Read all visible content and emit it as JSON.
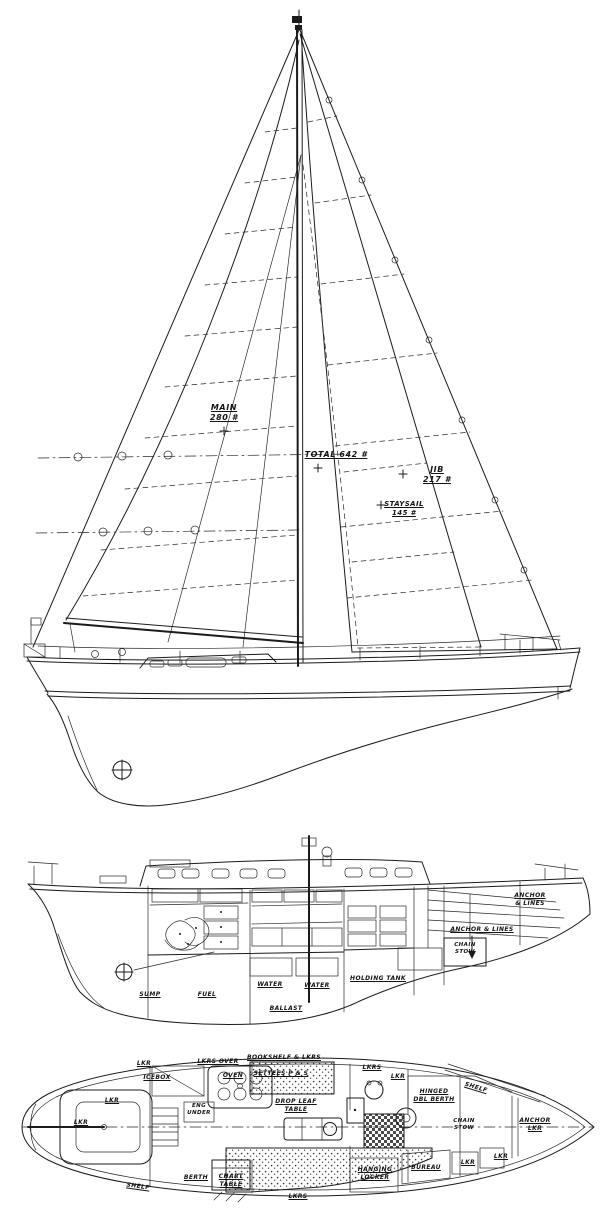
{
  "sail_plan": {
    "main": {
      "name": "Main",
      "area": "280 #"
    },
    "total": "Total 642 #",
    "jib": {
      "name": "Jib",
      "area": "217 #"
    },
    "staysail": {
      "name": "Staysail",
      "area": "145 #"
    }
  },
  "profile": {
    "anchor_lines_bow": {
      "line1": "Anchor",
      "line2": "& Lines"
    },
    "anchor_lines": "Anchor & Lines",
    "chain_stow": {
      "line1": "Chain",
      "line2": "Stow"
    },
    "holding_tank": "Holding Tank",
    "water_aft": "Water",
    "water_fwd": "Water",
    "ballast": "Ballast",
    "fuel": "Fuel",
    "sump": "Sump"
  },
  "deck_plan": {
    "cockpit_lkr_aft": "Lkr",
    "cockpit_lkr_side": "Lkr",
    "shelf_aft": "Shelf",
    "galley_lkr": "Lkr",
    "icebox": "Icebox",
    "lkrs_over": "Lkrs Over",
    "oven": "Oven",
    "eng_under": {
      "line1": "Eng",
      "line2": "Under"
    },
    "bookshelf": "Bookshelf & Lkrs",
    "settees": "Settees P & S",
    "drop_leaf_table": {
      "line1": "Drop Leaf",
      "line2": "Table"
    },
    "lkrs_mid": "Lkrs",
    "lkr_mid": "Lkr",
    "hinged_berth": {
      "line1": "Hinged",
      "line2": "Dbl Berth"
    },
    "shelf_fwd": "Shelf",
    "chain_stow": {
      "line1": "Chain",
      "line2": "Stow"
    },
    "anchor_lkr": {
      "line1": "Anchor",
      "line2": "Lkr"
    },
    "bow_lkr_port": "Lkr",
    "bow_lkr_stbd": "Lkr",
    "bureau": "Bureau",
    "hanging_locker": {
      "line1": "Hanging",
      "line2": "Locker"
    },
    "berth": "Berth",
    "chart_table": {
      "line1": "Chart",
      "line2": "Table"
    },
    "lkrs_under_berth": "Lkrs"
  }
}
